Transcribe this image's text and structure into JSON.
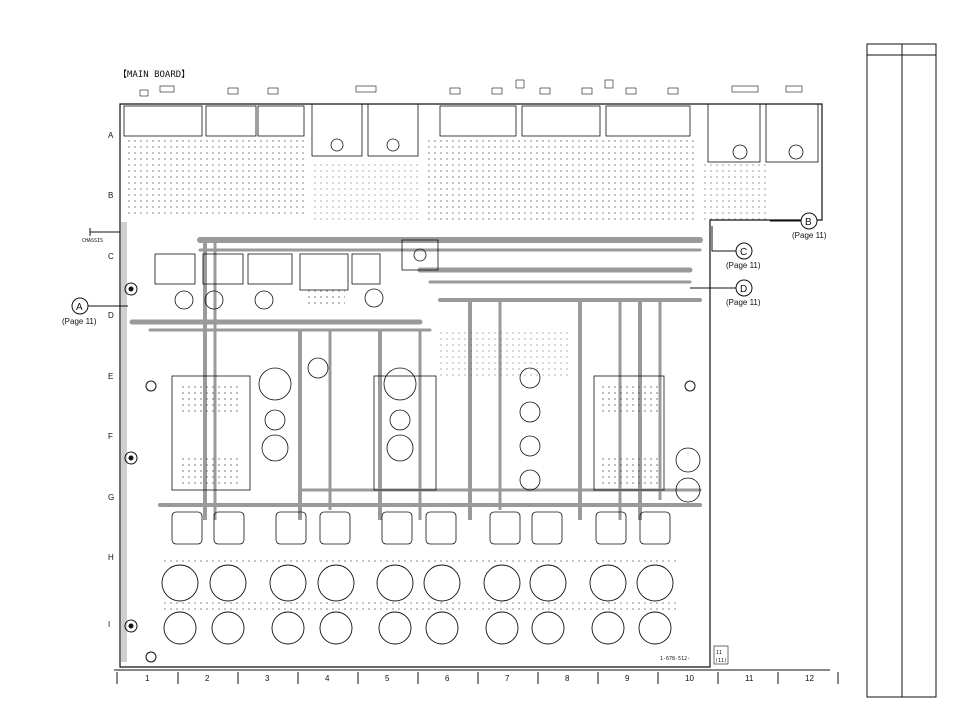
{
  "board_title": "【MAIN BOARD】",
  "row_labels": [
    "A",
    "B",
    "C",
    "D",
    "E",
    "F",
    "G",
    "H",
    "I"
  ],
  "column_labels": [
    "1",
    "2",
    "3",
    "4",
    "5",
    "6",
    "7",
    "8",
    "9",
    "10",
    "11",
    "12"
  ],
  "connectors": {
    "A": {
      "letter": "A",
      "page": "(Page 11)"
    },
    "B": {
      "letter": "B",
      "page": "(Page 11)"
    },
    "C": {
      "letter": "C",
      "page": "(Page 11)"
    },
    "D": {
      "letter": "D",
      "page": "(Page 11)"
    }
  },
  "ground_label": "CHASSIS",
  "board_code": "1-678-512-",
  "side_code": [
    "11",
    "(11)"
  ],
  "colors": {
    "ink": "#111111",
    "trace": "#9a9a9a",
    "paper": "#ffffff"
  }
}
